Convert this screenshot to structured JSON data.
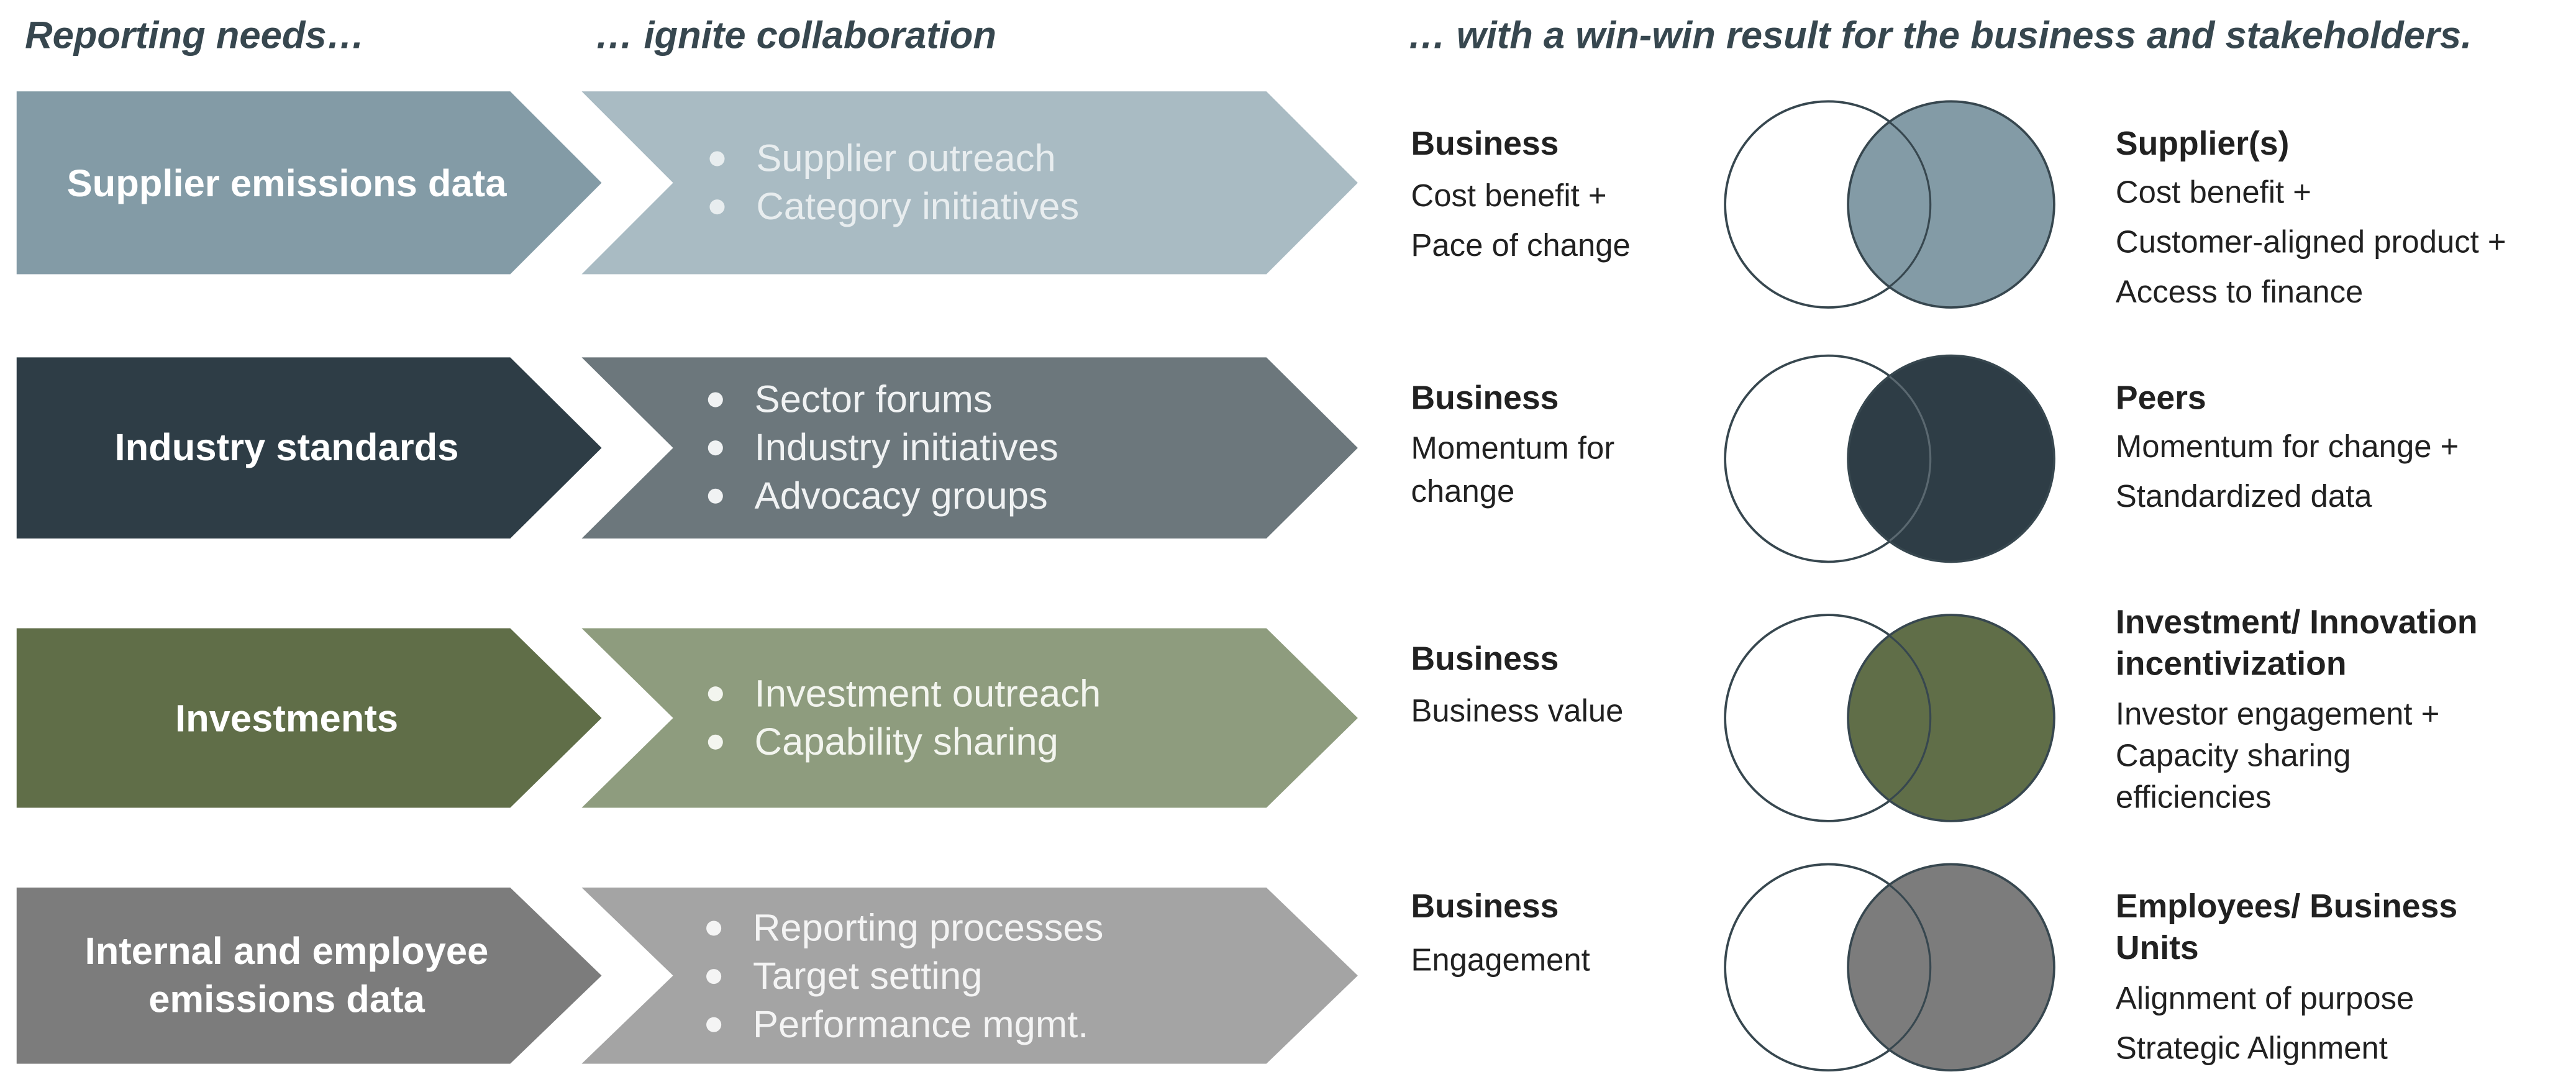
{
  "headings": {
    "col1": "Reporting needs…",
    "col2": "… ignite collaboration",
    "col3": "… with a win-win result for the business and stakeholders."
  },
  "colors": {
    "row1_dark": "#839ba6",
    "row1_light": "#a9bbc3",
    "row2_dark": "#2e3d46",
    "row2_light": "#6c777c",
    "row3_dark": "#606e48",
    "row3_light": "#8e9c7e",
    "row4_dark": "#7c7c7c",
    "row4_light": "#a4a4a4",
    "venn_outline": "#37474f"
  },
  "rows": [
    {
      "need": "Supplier emissions data",
      "actions": [
        "Supplier outreach",
        "Category initiatives"
      ],
      "business": {
        "title": "Business",
        "lines": [
          "Cost benefit +",
          "Pace of change"
        ]
      },
      "stakeholder": {
        "title": "Supplier(s)",
        "lines": [
          "Cost benefit +",
          "Customer-aligned product +",
          "Access to finance"
        ]
      }
    },
    {
      "need": "Industry standards",
      "actions": [
        "Sector forums",
        "Industry initiatives",
        "Advocacy groups"
      ],
      "business": {
        "title": "Business",
        "lines": [
          "Momentum for",
          "change"
        ]
      },
      "stakeholder": {
        "title": "Peers",
        "lines": [
          "Momentum for change +",
          "Standardized data"
        ]
      }
    },
    {
      "need": "Investments",
      "actions": [
        "Investment outreach",
        "Capability sharing"
      ],
      "business": {
        "title": "Business",
        "lines": [
          "Business value"
        ]
      },
      "stakeholder": {
        "title": "Investment/ Innovation",
        "title2": "incentivization",
        "lines": [
          "Investor engagement +",
          "Capacity sharing",
          "efficiencies"
        ]
      }
    },
    {
      "need": "Internal and employee emissions data",
      "need_line1": "Internal and employee",
      "need_line2": "emissions data",
      "actions": [
        "Reporting processes",
        "Target setting",
        "Performance mgmt."
      ],
      "business": {
        "title": "Business",
        "lines": [
          "Engagement"
        ]
      },
      "stakeholder": {
        "title": "Employees/ Business",
        "title2": "Units",
        "lines": [
          "Alignment of purpose",
          "Strategic Alignment"
        ]
      }
    }
  ]
}
